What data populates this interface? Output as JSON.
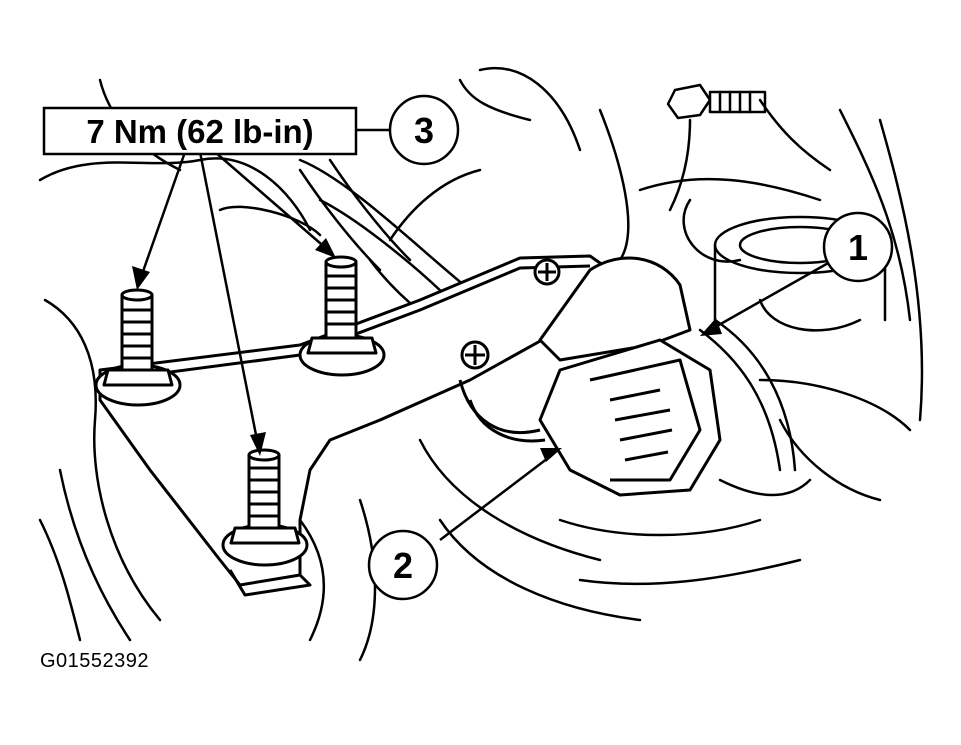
{
  "torque_spec": "7 Nm (62 lb-in)",
  "callouts": [
    "1",
    "2",
    "3"
  ],
  "figure_id": "G01552392"
}
